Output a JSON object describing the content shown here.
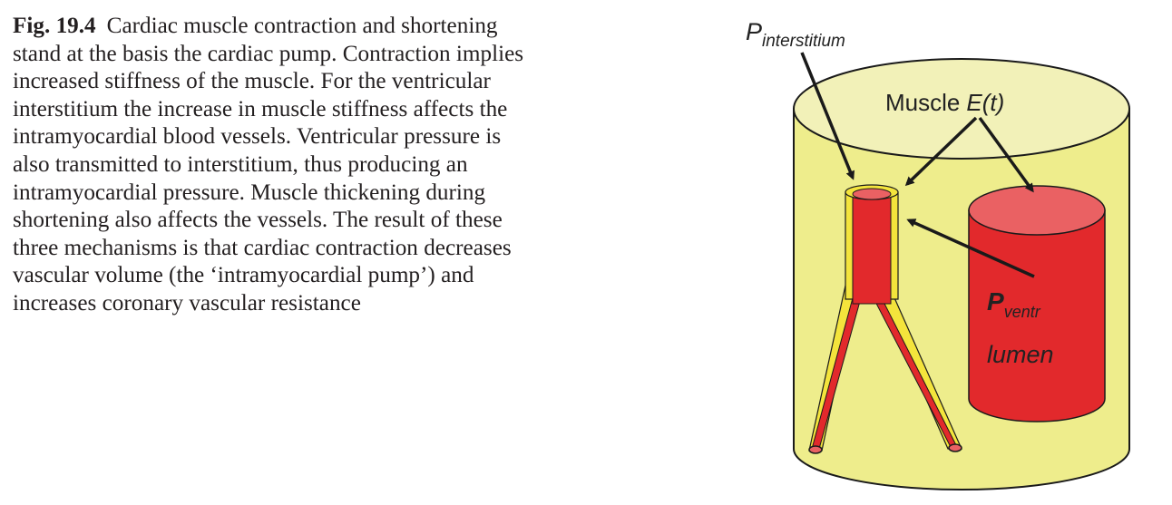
{
  "caption": {
    "label": "Fig. 19.4",
    "lines": [
      "Cardiac muscle contraction and shortening",
      "stand at the basis the cardiac pump. Contraction implies",
      "increased stiffness of the muscle. For the ventricular",
      "interstitium the increase in muscle stiffness affects the",
      "intramyocardial blood vessels. Ventricular pressure is",
      "also transmitted to interstitium, thus producing an",
      "intramyocardial pressure. Muscle thickening during",
      "shortening also affects the vessels. The result of these",
      "three mechanisms is that cardiac contraction decreases",
      "vascular volume (the ‘intramyocardial pump’) and",
      "increases coronary vascular resistance"
    ]
  },
  "figure": {
    "p_interstitium": {
      "symbol": "P",
      "subscript": "interstitium"
    },
    "muscle_label": {
      "word": "Muscle",
      "symbol": "E(t)"
    },
    "p_ventr": {
      "symbol": "P",
      "subscript": "ventr"
    },
    "lumen_label": "lumen",
    "colors": {
      "tissue_yellow": "#eeed8c",
      "tissue_top": "#f2f1b8",
      "vessel_red": "#e2292c",
      "lumen_top": "#ea6163",
      "outline": "#1a1a1a"
    }
  }
}
